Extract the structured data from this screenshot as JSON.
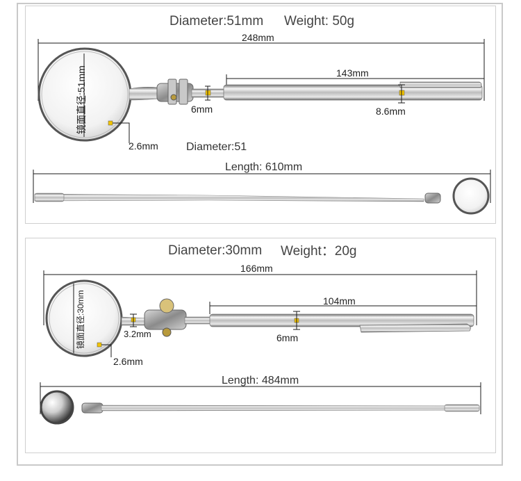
{
  "top": {
    "diameter": "Diameter:51mm",
    "weight": "Weight: 50g",
    "overall_length": "248mm",
    "tube_length": "143mm",
    "neck_size": "6mm",
    "tube_size": "8.6mm",
    "mirror_label": "镜面直径:51mm",
    "rim_size": "2.6mm",
    "diameter_caption": "Diameter:51",
    "extended_length": "Length: 610mm"
  },
  "bottom": {
    "diameter": "Diameter:30mm",
    "weight": "Weight：20g",
    "overall_length": "166mm",
    "tube_length": "104mm",
    "neck_size": "3.2mm",
    "tube_size": "6mm",
    "mirror_label": "镜面直径:30mm",
    "rim_size": "2.6mm",
    "extended_length": "Length: 484mm"
  },
  "colors": {
    "marker": "#f2c300",
    "dimension_line": "#1a1a1a",
    "chrome_light": "#f4f4f4",
    "chrome_dark": "#8a8a8a"
  }
}
